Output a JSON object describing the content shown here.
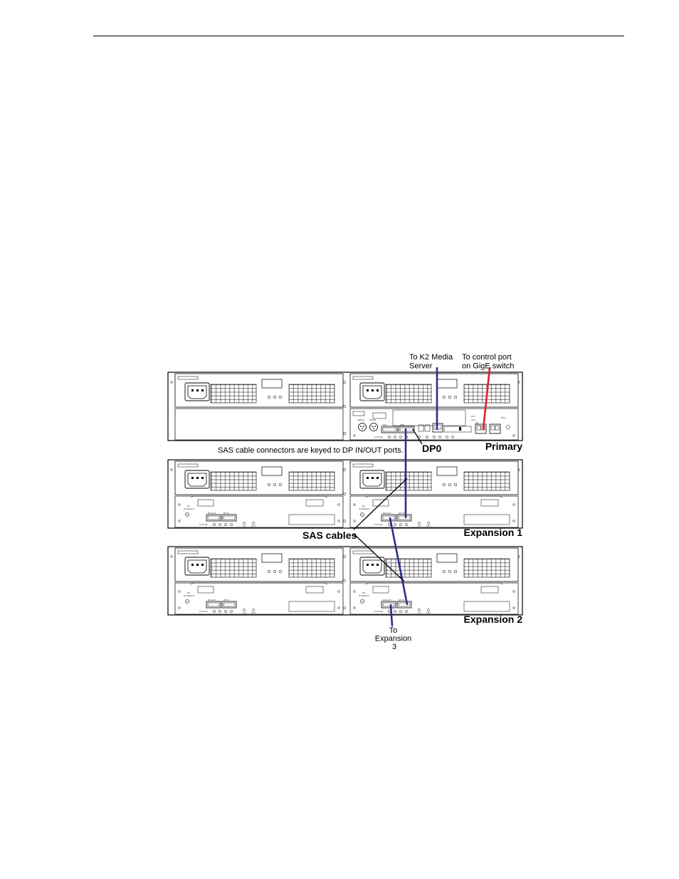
{
  "diagram": {
    "callouts": {
      "k2_server": [
        "To K2 Media",
        "Server"
      ],
      "control_port": [
        "To control port",
        "on GigE switch"
      ],
      "keyed_note": "SAS cable connectors are keyed to DP IN/OUT ports.",
      "dp0": "DP0",
      "sas_cables": "SAS cables",
      "to_expansion3": [
        "To",
        "Expansion",
        "3"
      ]
    },
    "units": [
      {
        "id": "primary",
        "label": "Primary"
      },
      {
        "id": "expansion1",
        "label": "Expansion 1"
      },
      {
        "id": "expansion2",
        "label": "Expansion 2"
      }
    ],
    "cable_colors": {
      "sas": "#2b2f8c",
      "control": "#e0202a",
      "leader": "#000000"
    }
  }
}
